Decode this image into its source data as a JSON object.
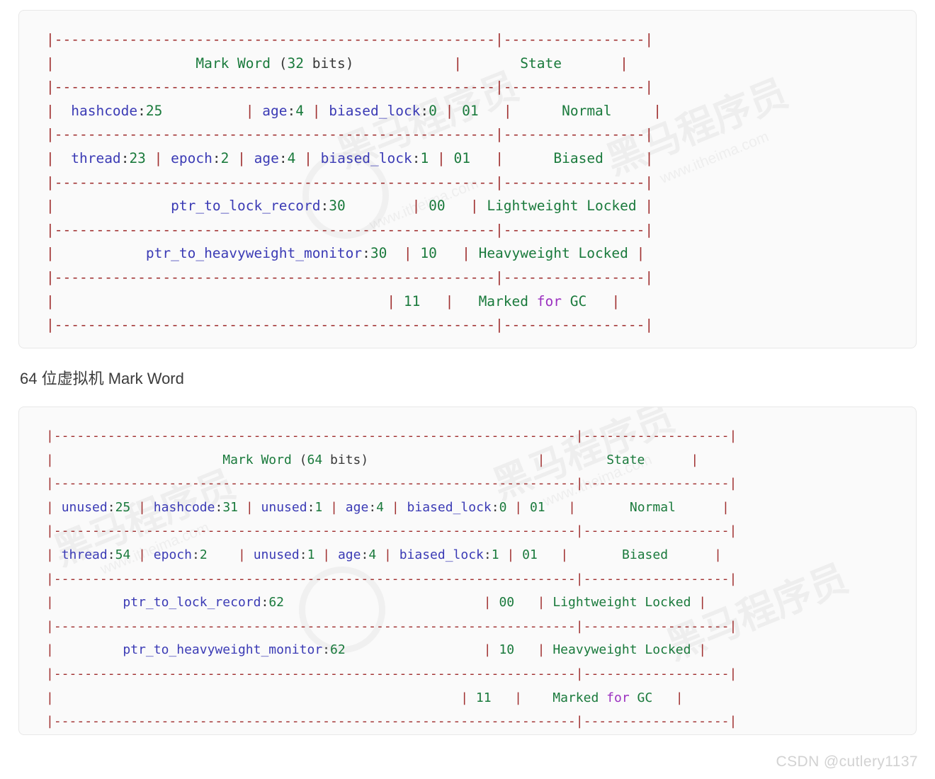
{
  "page": {
    "section_heading_64": "64 位虚拟机 Mark Word",
    "footer_watermark": "CSDN @cutlery1137",
    "watermark_cn": "黑马程序员",
    "watermark_url": "www.itheima.com",
    "colors": {
      "pipe": "#a03030",
      "dash": "#a03030",
      "identifier": "#3b3bb5",
      "number": "#1a7a3c",
      "state": "#1a7a3c",
      "keyword": "#9b30c0",
      "plain": "#383838",
      "card_bg": "#fafafa",
      "card_border": "#e8e8e8",
      "page_bg": "#ffffff"
    }
  },
  "block32": {
    "title": "Mark Word (32 bits)",
    "bit_width": 32,
    "header": {
      "left": "Mark Word (32 bits)",
      "right": "State"
    },
    "rows": [
      {
        "state": "Normal",
        "tag": "01",
        "fields": [
          "hashcode:25",
          "age:4",
          "biased_lock:0"
        ]
      },
      {
        "state": "Biased",
        "tag": "01",
        "fields": [
          "thread:23",
          "epoch:2",
          "age:4",
          "biased_lock:1"
        ]
      },
      {
        "state": "Lightweight Locked",
        "tag": "00",
        "fields": [
          "ptr_to_lock_record:30"
        ]
      },
      {
        "state": "Heavyweight Locked",
        "tag": "10",
        "fields": [
          "ptr_to_heavyweight_monitor:30"
        ]
      },
      {
        "state": "Marked for GC",
        "tag": "11",
        "fields": []
      }
    ],
    "lines": [
      "|-----------------------------------------------------|------------------|",
      "|                  Mark Word (32 bits)                 |       State      |",
      "|-----------------------------------------------------|------------------|",
      "|  hashcode:25             | age:4 | biased_lock:0 | 01 |      Normal      |",
      "|-----------------------------------------------------|------------------|",
      "|  thread:23 | epoch:2 | age:4 | biased_lock:1 | 01    |      Biased      |",
      "|-----------------------------------------------------|------------------|",
      "|            ptr_to_lock_record:30          | 00       | Lightweight Locked |",
      "|-----------------------------------------------------|------------------|",
      "|         ptr_to_heavyweight_monitor:30 | 10           | Heavyweight Locked |",
      "|-----------------------------------------------------|------------------|",
      "|                                       | 11           |   Marked for GC  |",
      "|-----------------------------------------------------|------------------|"
    ]
  },
  "block64": {
    "title": "Mark Word (64 bits)",
    "bit_width": 64,
    "header": {
      "left": "Mark Word (64 bits)",
      "right": "State"
    },
    "rows": [
      {
        "state": "Normal",
        "tag": "01",
        "fields": [
          "unused:25",
          "hashcode:31",
          "unused:1",
          "age:4",
          "biased_lock:0"
        ]
      },
      {
        "state": "Biased",
        "tag": "01",
        "fields": [
          "thread:54",
          "epoch:2",
          "unused:1",
          "age:4",
          "biased_lock:1"
        ]
      },
      {
        "state": "Lightweight Locked",
        "tag": "00",
        "fields": [
          "ptr_to_lock_record:62"
        ]
      },
      {
        "state": "Heavyweight Locked",
        "tag": "10",
        "fields": [
          "ptr_to_heavyweight_monitor:62"
        ]
      },
      {
        "state": "Marked for GC",
        "tag": "11",
        "fields": []
      }
    ]
  }
}
